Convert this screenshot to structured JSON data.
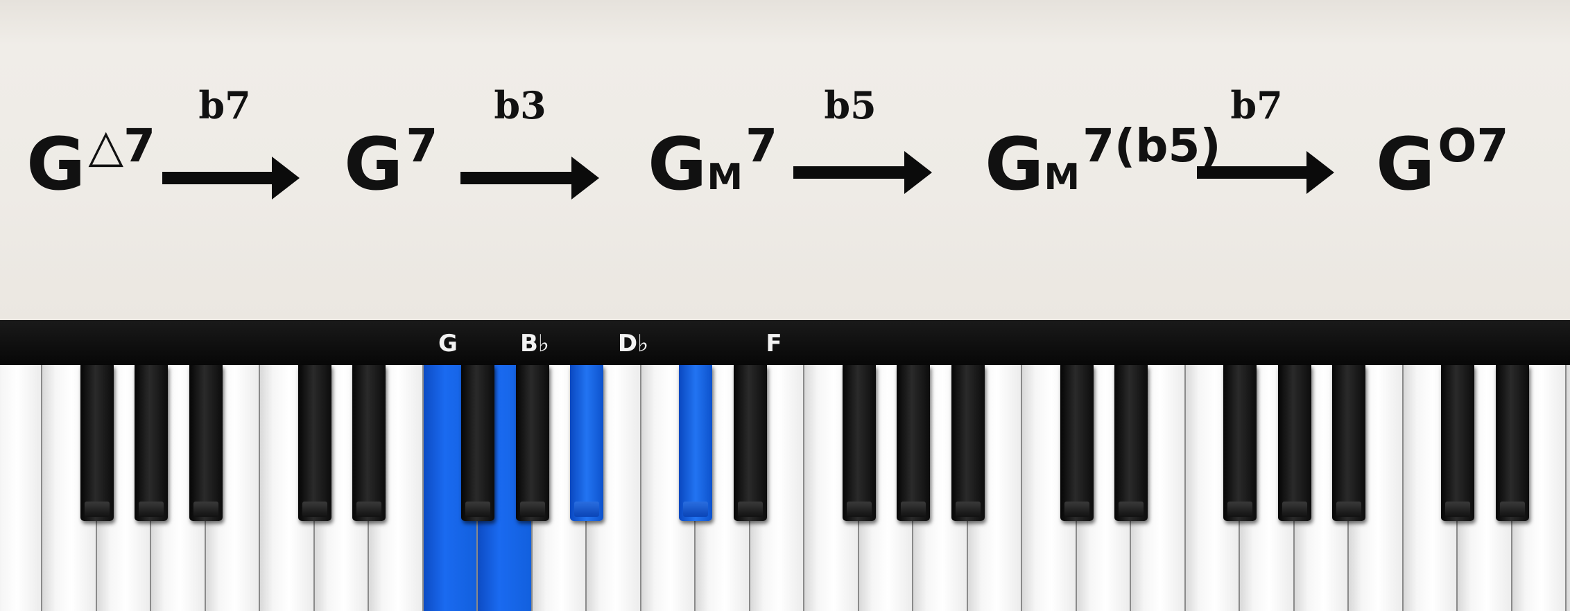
{
  "chords": [
    {
      "root": "G",
      "quality": "",
      "ext": "△7"
    },
    {
      "root": "G",
      "quality": "",
      "ext": "7"
    },
    {
      "root": "G",
      "quality": "M",
      "ext": "7"
    },
    {
      "root": "G",
      "quality": "M",
      "ext": "7(b5)"
    },
    {
      "root": "G",
      "quality": "",
      "ext": "O7"
    }
  ],
  "intervals": [
    "b7",
    "b3",
    "b5",
    "b7"
  ],
  "note_labels": [
    "G",
    "B♭",
    "D♭",
    "F"
  ],
  "highlight_color": "#1a6af0",
  "active_keys": [
    "G",
    "Bb",
    "Db",
    "F"
  ]
}
